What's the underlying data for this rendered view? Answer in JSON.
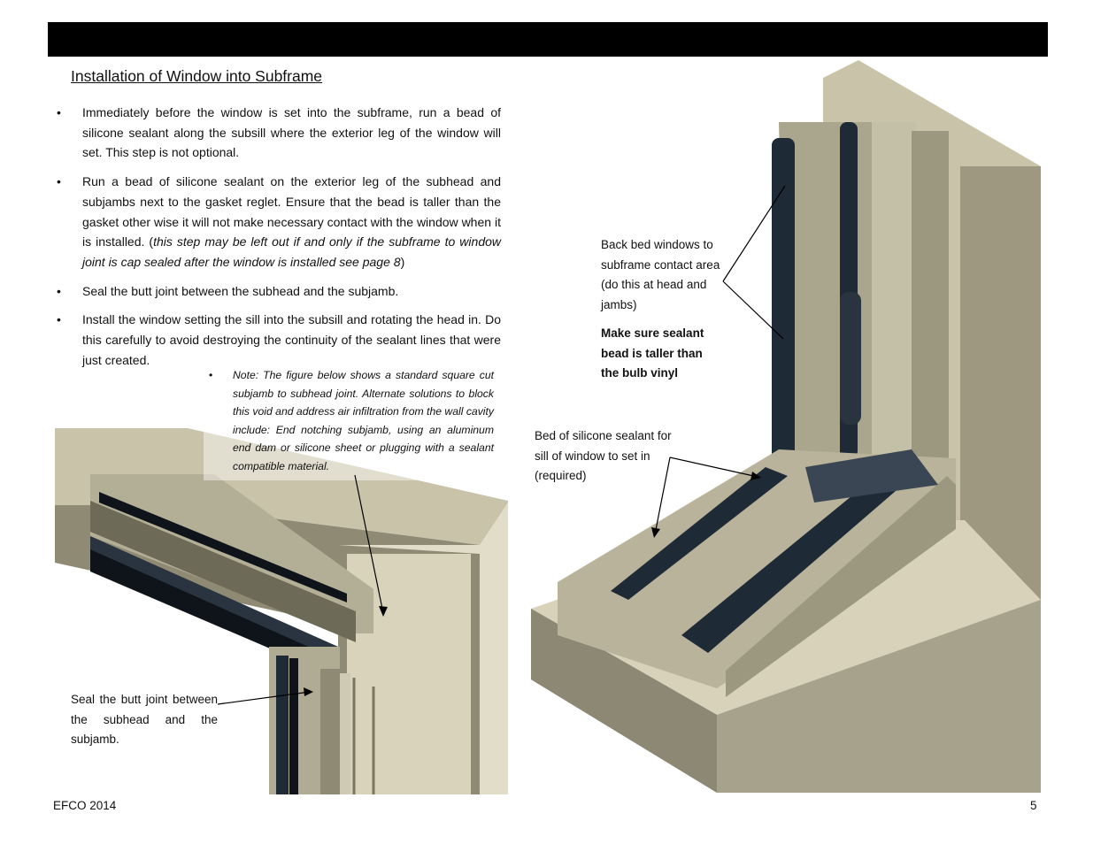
{
  "page": {
    "title": "Installation of Window into Subframe",
    "bullets": [
      {
        "text": "Immediately before the window is set into the subframe, run a bead of silicone sealant along the subsill where the exterior leg of the window will set.  This step is not optional."
      },
      {
        "text": "Run a bead of silicone sealant on the exterior leg of the subhead and subjambs next to the gasket reglet.  Ensure that the bead is taller than the gasket other wise it will not make necessary contact with the window when it is installed.  (",
        "italic": "this step may be left out if and only if the subframe to window joint is cap sealed after the window is installed see page 8",
        "tail": ")"
      },
      {
        "text": "Seal the butt joint between the subhead and the subjamb."
      },
      {
        "text": "Install the window setting the sill into the subsill and rotating the head in.  Do this carefully to avoid destroying the continuity of the sealant lines that were just created."
      }
    ],
    "note": "Note: The figure below shows a standard square cut subjamb to subhead joint.  Alternate solutions to block this void and address air infiltration from the wall cavity include: End notching subjamb, using an aluminum end dam or silicone sheet or plugging with a sealant compatible material."
  },
  "callouts": {
    "back_bed": "Back bed windows to subframe contact area (do this at head and jambs)",
    "sealant_taller": "Make sure sealant bead is taller than the bulb vinyl",
    "sill_bed": "Bed of silicone sealant for sill of window to set in (required)",
    "butt_joint": "Seal the butt joint between the subhead and the subjamb."
  },
  "footer": {
    "left": "EFCO 2014",
    "right": "5"
  },
  "colors": {
    "header": "#000000",
    "concrete": "#c9c3aa",
    "aluminum": "#a8a48c",
    "gasket": "#1e2a36"
  }
}
